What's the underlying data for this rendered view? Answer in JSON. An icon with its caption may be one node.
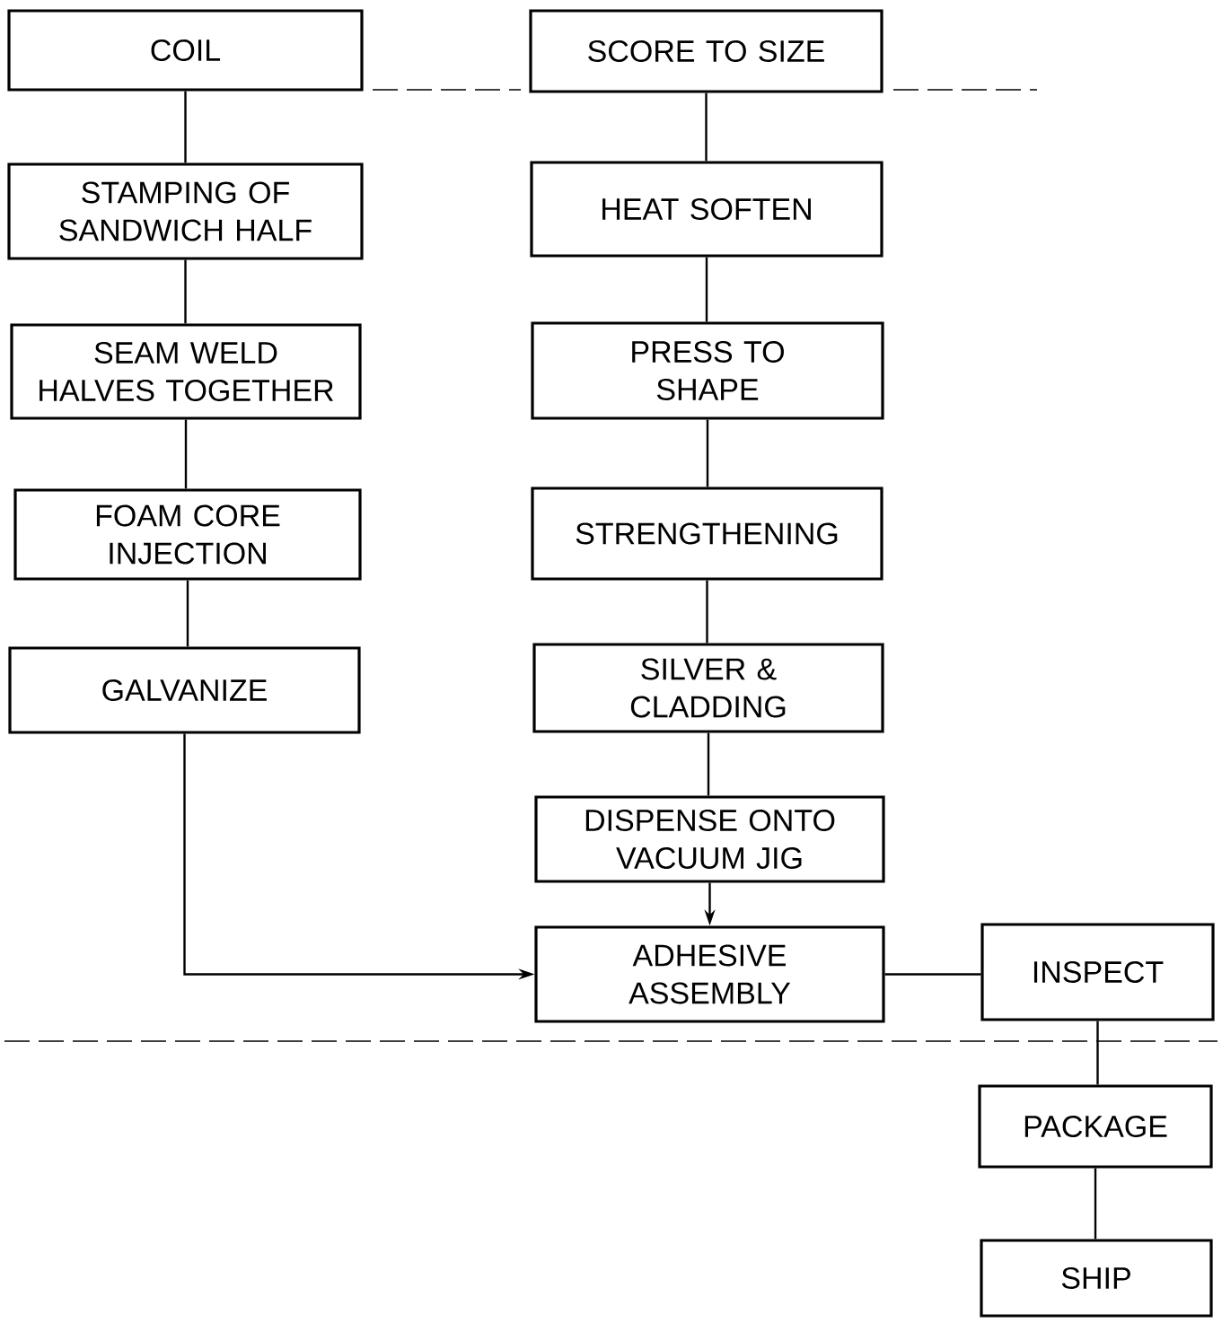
{
  "diagram": {
    "nodes": [
      {
        "text": [
          "COIL"
        ]
      },
      {
        "text": [
          "STAMPING OF SANDWICH HALF"
        ]
      },
      {
        "text": [
          "SEAM WELD HALVES TOGETHER"
        ]
      },
      {
        "text": [
          "FOAM CORE INJECTION"
        ]
      },
      {
        "text": [
          "GALVANIZE"
        ]
      },
      {
        "text": [
          "SCORE TO SIZE"
        ]
      },
      {
        "text": [
          "HEAT SOFTEN"
        ]
      },
      {
        "text": [
          "PRESS TO SHAPE"
        ]
      },
      {
        "text": [
          "STRENGTHENING"
        ]
      },
      {
        "text": [
          "SILVER & CLADDING"
        ]
      },
      {
        "text": [
          "DISPENSE ONTO VACUUM JIG"
        ]
      },
      {
        "text": [
          "ADHESIVE ASSEMBLY"
        ]
      },
      {
        "text": [
          "INSPECT"
        ]
      },
      {
        "text": [
          "PACKAGE"
        ]
      },
      {
        "text": [
          "SHIP"
        ]
      }
    ],
    "edges": [
      {
        "from": 0,
        "to": 1,
        "arrow": "none"
      },
      {
        "from": 1,
        "to": 2,
        "arrow": "none"
      },
      {
        "from": 2,
        "to": 3,
        "arrow": "none"
      },
      {
        "from": 3,
        "to": 4,
        "arrow": "none"
      },
      {
        "from": 4,
        "to": 11,
        "arrow": "to"
      },
      {
        "from": 5,
        "to": 6,
        "arrow": "none"
      },
      {
        "from": 6,
        "to": 7,
        "arrow": "none"
      },
      {
        "from": 7,
        "to": 8,
        "arrow": "none"
      },
      {
        "from": 8,
        "to": 9,
        "arrow": "none"
      },
      {
        "from": 9,
        "to": 10,
        "arrow": "none"
      },
      {
        "from": 10,
        "to": 11,
        "arrow": "to"
      },
      {
        "from": 11,
        "to": 12,
        "arrow": "none"
      },
      {
        "from": 12,
        "to": 13,
        "arrow": "none"
      },
      {
        "from": 13,
        "to": 14,
        "arrow": "none"
      }
    ]
  }
}
